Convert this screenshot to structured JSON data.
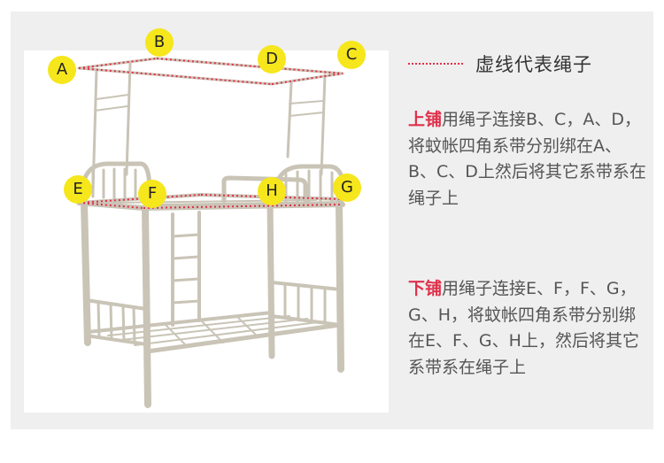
{
  "labels": {
    "A": "A",
    "B": "B",
    "C": "C",
    "D": "D",
    "E": "E",
    "F": "F",
    "G": "G",
    "H": "H"
  },
  "legend": {
    "text": "虚线代表绳子"
  },
  "upper_bunk": {
    "title": "上铺",
    "text": "用绳子连接B、C，A、D，将蚊帐四角系带分别绑在A、B、C、D上然后将其它系带系在绳子上"
  },
  "lower_bunk": {
    "title": "下铺",
    "text": "用绳子连接E、F，F、G，G、H，将蚊帐四角系带分别绑在E、F、G、H上，然后将其它系带系在绳子上"
  },
  "colors": {
    "highlight": "#e0304a",
    "marker": "#f6e61c",
    "rope": "#e0304a"
  }
}
